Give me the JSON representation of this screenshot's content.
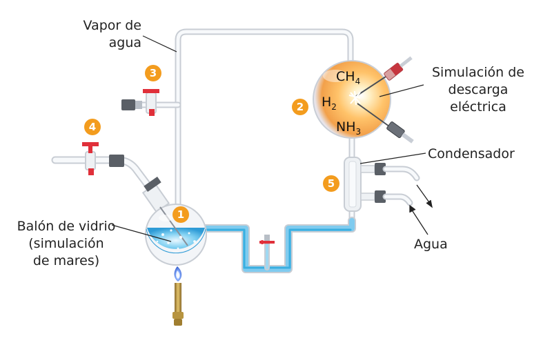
{
  "labels": {
    "vapor": [
      "Vapor de",
      "agua"
    ],
    "descarga": [
      "Simulación de",
      "descarga",
      "eléctrica"
    ],
    "condensador": "Condensador",
    "agua": "Agua",
    "balon": [
      "Balón de vidrio",
      "(simulación",
      "de mares)"
    ]
  },
  "gases": {
    "ch": "CH",
    "ch_sub": "4",
    "h": "H",
    "h_sub": "2",
    "nh": "NH",
    "nh_sub": "3"
  },
  "badges": [
    "1",
    "2",
    "3",
    "4",
    "5"
  ],
  "colors": {
    "badge": "#F39C1E",
    "water": "#3AAFE0",
    "glass": "#D9DEE4",
    "flame": "#3A6FD8",
    "discharge": "#FFA53A",
    "stopcock": "#E0303A"
  }
}
